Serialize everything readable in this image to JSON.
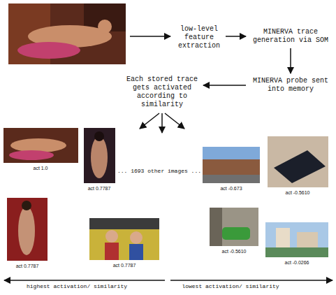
{
  "diagram": {
    "nodes": [
      {
        "text": [
          "low-level feature extraction"
        ]
      },
      {
        "text": [
          "MINERVA trace generation via SOM"
        ]
      },
      {
        "text": [
          "MINERVA probe sent into memory"
        ]
      },
      {
        "text": [
          "Each stored trace gets activated according to similarity"
        ]
      }
    ],
    "edges": [
      {
        "from": 0,
        "to": 1,
        "arrow": "to"
      },
      {
        "from": 1,
        "to": 2,
        "arrow": "to"
      },
      {
        "from": 2,
        "to": 3,
        "arrow": "to"
      }
    ],
    "labels": [
      "act 1.0",
      "act 0.7787",
      "... 1693 other images ...",
      "act -0.673",
      "act -0.5610",
      "act 0.7787",
      "act 0.7787",
      "act -0.5610",
      "act -0.0266",
      "highest activation/ similarity",
      "lowest activation/ similarity"
    ]
  }
}
